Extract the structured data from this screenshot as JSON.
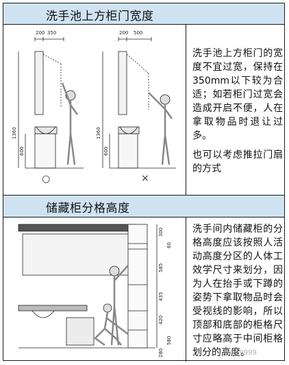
{
  "section1": {
    "title": "洗手池上方柜门宽度",
    "left_dims": [
      "200",
      "350"
    ],
    "right_dims": [
      "200",
      "500"
    ],
    "left_heights": [
      "1360",
      "600"
    ],
    "right_heights": [
      "1360",
      "600"
    ],
    "good_mark": "○",
    "bad_mark": "×",
    "paragraphs": [
      "洗手池上方柜门的宽度不宜过宽，保持在350mm以下较为合适；如若柜门过宽会造成开启不便，人在拿取物品时退让过多。",
      "也可以考虑推拉门扇的方式"
    ]
  },
  "section2": {
    "title": "储藏柜分格高度",
    "heights": [
      "300",
      "60",
      "585",
      "435",
      "420",
      "580",
      "280"
    ],
    "paragraph": "洗手间内储藏柜的分格高度应该按照人活动高度分区的人体工效学尺寸来划分，因为人在抬手或下蹲的姿势下拿取物品时会受视线的影响，所以顶部和底部的柜格尺寸应略高于中间柜格划分的高度。"
  },
  "watermark": "©19999"
}
